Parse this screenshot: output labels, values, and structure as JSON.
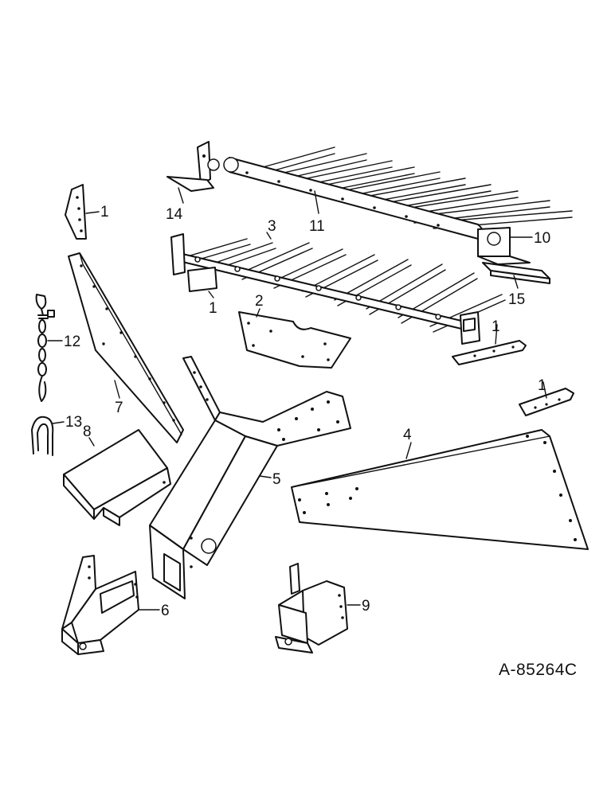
{
  "callouts": {
    "c1a": "1",
    "c1b": "1",
    "c1c": "1",
    "c1d": "1",
    "c2": "2",
    "c3": "3",
    "c4": "4",
    "c5": "5",
    "c6": "6",
    "c7": "7",
    "c8": "8",
    "c9": "9",
    "c10": "10",
    "c11": "11",
    "c12": "12",
    "c13": "13",
    "c14": "14",
    "c15": "15"
  },
  "drawing_number": "A-85264C"
}
